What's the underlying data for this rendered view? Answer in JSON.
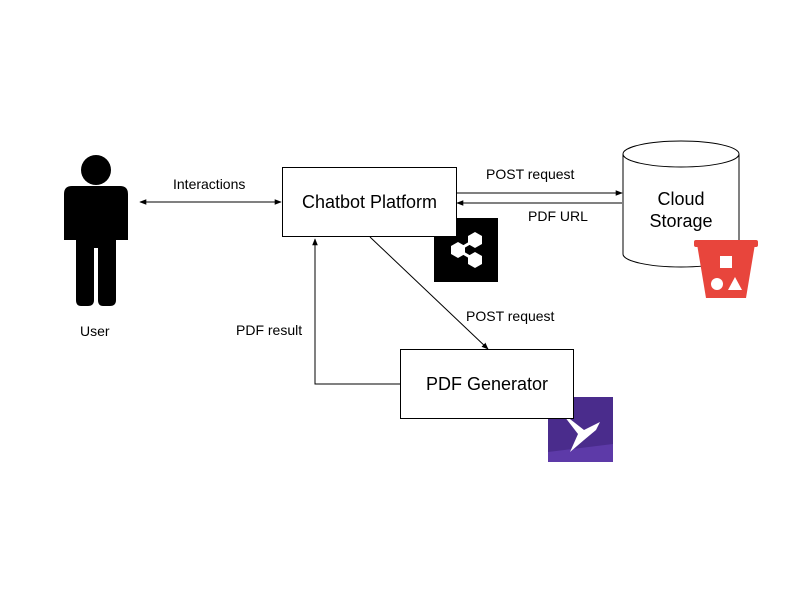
{
  "nodes": {
    "user": {
      "label": "User"
    },
    "chatbot": {
      "label": "Chatbot Platform"
    },
    "storage": {
      "line1": "Cloud",
      "line2": "Storage"
    },
    "pdf_generator": {
      "label": "PDF Generator"
    }
  },
  "edges": {
    "interactions": "Interactions",
    "post_request_storage": "POST request",
    "pdf_url": "PDF URL",
    "post_request_generator": "POST request",
    "pdf_result": "PDF result"
  },
  "colors": {
    "stroke": "#000000",
    "bucket_red": "#e8453c",
    "generator_purple": "#4a2c8c",
    "chatbot_logo_bg": "#000000"
  },
  "icons": {
    "user": "person-silhouette-icon",
    "chatbot": "share-nodes-icon",
    "storage": "bucket-icon",
    "generator": "bird-icon"
  }
}
